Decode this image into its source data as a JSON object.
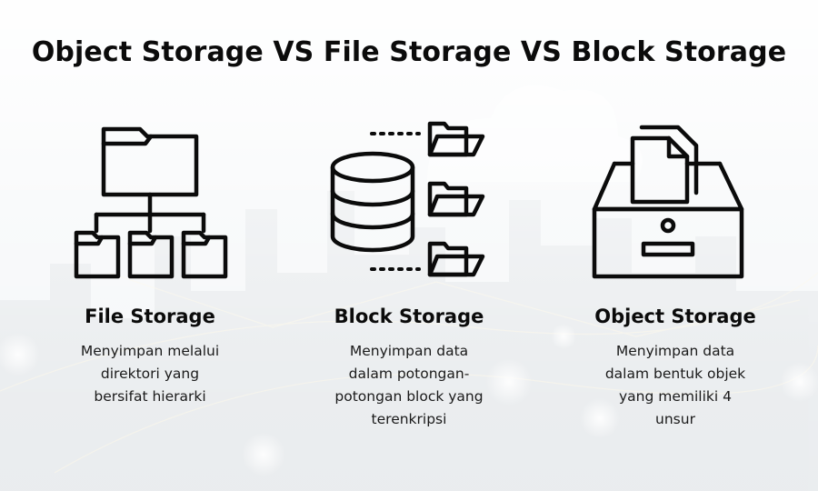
{
  "title": "Object Storage VS File Storage VS Block Storage",
  "colors": {
    "text": "#111111",
    "icon_stroke": "#0b0b0b",
    "background_tint": "#e9edf1"
  },
  "columns": [
    {
      "icon": "folder-hierarchy-icon",
      "heading": "File Storage",
      "description": "Menyimpan melalui direktori yang bersifat hierarki"
    },
    {
      "icon": "database-blocks-icon",
      "heading": "Block Storage",
      "description": "Menyimpan data dalam potongan-potongan block yang terenkripsi"
    },
    {
      "icon": "archive-box-icon",
      "heading": "Object Storage",
      "description": "Menyimpan data dalam bentuk objek yang memiliki 4 unsur"
    }
  ]
}
